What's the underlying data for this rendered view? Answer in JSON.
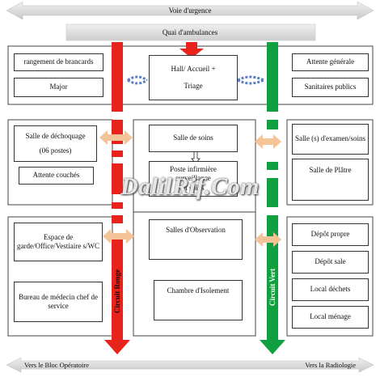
{
  "top": {
    "voie_urgence": "Voie d'urgence",
    "quai_ambulances": "Quai d'ambulances"
  },
  "row1": {
    "rangement": "rangement de brancards",
    "major": "Major",
    "hall": "Hall/ Accueil +",
    "triage": "Triage",
    "attente_generale": "Attente générale",
    "sanitaires": "Sanitaires publics"
  },
  "row2": {
    "dechoquage": "Salle de déchoquage",
    "postes": "(06 postes)",
    "attente_couches": "Attente couchés",
    "salle_soins": "Salle de soins",
    "poste_infirmiere": "Poste infirmière",
    "poste_infirmiere_2": "surveillance",
    "poste_infirmiere_3": "et soins",
    "salle_examen": "Salle (s) d'examen/soins",
    "salle_platre": "Salle de Plâtre"
  },
  "row3": {
    "espace_garde": "Espace de garde/Office/Vestiaire s/WC",
    "bureau_medecin": "Bureau de médecin chef de service",
    "salles_observation": "Salles d'Observation",
    "chambre_isolement": "Chambre d'Isolement",
    "depot_propre": "Dépôt propre",
    "depot_sale": "Dépôt sale",
    "local_dechets": "Local déchets",
    "local_menage": "Local ménage"
  },
  "circuits": {
    "rouge": "Circuit Rouge",
    "vert": "Circuit Vert"
  },
  "bottom": {
    "bloc": "Vers le Bloc Opératoire",
    "radiologie": "Vers la Radiologie"
  },
  "watermark": "DalilRif.Com",
  "colors": {
    "red": "#e8231b",
    "green": "#10a040",
    "orange": "#f5c398",
    "blue_dots": "#5b7fc4",
    "gray_arrow": "#d7d7d7"
  }
}
